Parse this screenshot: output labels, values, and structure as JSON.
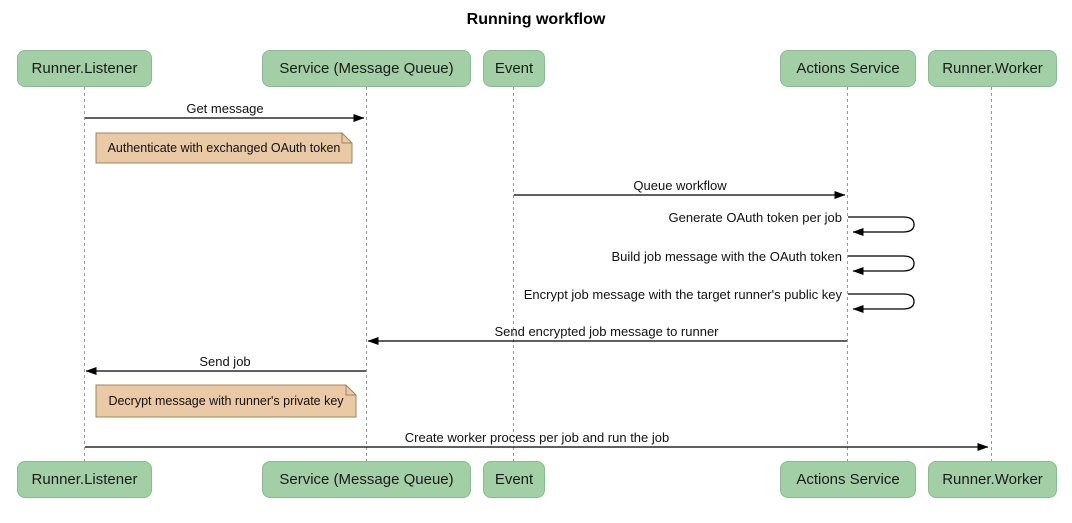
{
  "title": "Running workflow",
  "participants": [
    {
      "label": "Runner.Listener"
    },
    {
      "label": "Service (Message Queue)"
    },
    {
      "label": "Event"
    },
    {
      "label": "Actions Service"
    },
    {
      "label": "Runner.Worker"
    }
  ],
  "messages": [
    {
      "label": "Get message",
      "from": "Runner.Listener",
      "to": "Service (Message Queue)"
    },
    {
      "label": "Queue workflow",
      "from": "Event",
      "to": "Actions Service"
    },
    {
      "label": "Generate OAuth token per job",
      "from": "Actions Service",
      "to": "Actions Service"
    },
    {
      "label": "Build job message with the OAuth token",
      "from": "Actions Service",
      "to": "Actions Service"
    },
    {
      "label": "Encrypt job message with the target runner's public key",
      "from": "Actions Service",
      "to": "Actions Service"
    },
    {
      "label": "Send encrypted job message to runner",
      "from": "Actions Service",
      "to": "Service (Message Queue)"
    },
    {
      "label": "Send job",
      "from": "Service (Message Queue)",
      "to": "Runner.Listener"
    },
    {
      "label": "Create worker process per job and run the job",
      "from": "Runner.Listener",
      "to": "Runner.Worker"
    }
  ],
  "notes": [
    {
      "label": "Authenticate with exchanged OAuth token"
    },
    {
      "label": "Decrypt message with runner's private key"
    }
  ],
  "colors": {
    "participant_fill": "#a3cfa6",
    "participant_border": "#8cb98f",
    "note_fill": "#eac9a6",
    "note_border": "#9c8462",
    "lifeline": "#999999",
    "arrow": "#000000"
  }
}
